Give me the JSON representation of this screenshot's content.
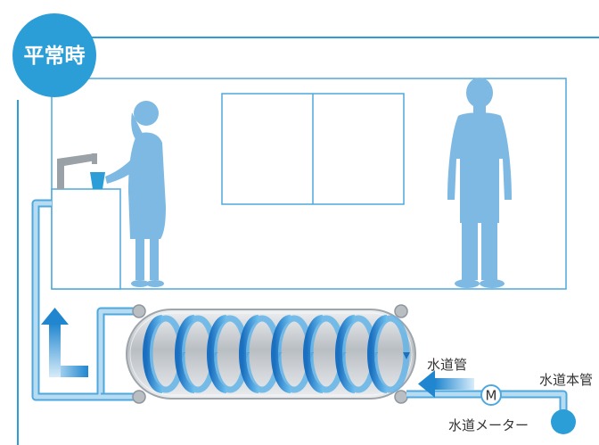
{
  "badge": {
    "label": "平常時",
    "color": "#2b9ed8"
  },
  "labels": {
    "water_pipe": "水道管",
    "water_main": "水道本管",
    "water_meter": "水道メーター",
    "meter_symbol": "M"
  },
  "colors": {
    "wall_line": "#2b9ed8",
    "silhouette": "#7db9e2",
    "pipe_light": "#b7dcf2",
    "pipe_outline": "#4ea8de",
    "flow_arrow": "#1f86cf",
    "tank_body": "#c9cdd1",
    "spiral_dark": "#1a6fc0",
    "spiral_light": "#63b4e8"
  }
}
